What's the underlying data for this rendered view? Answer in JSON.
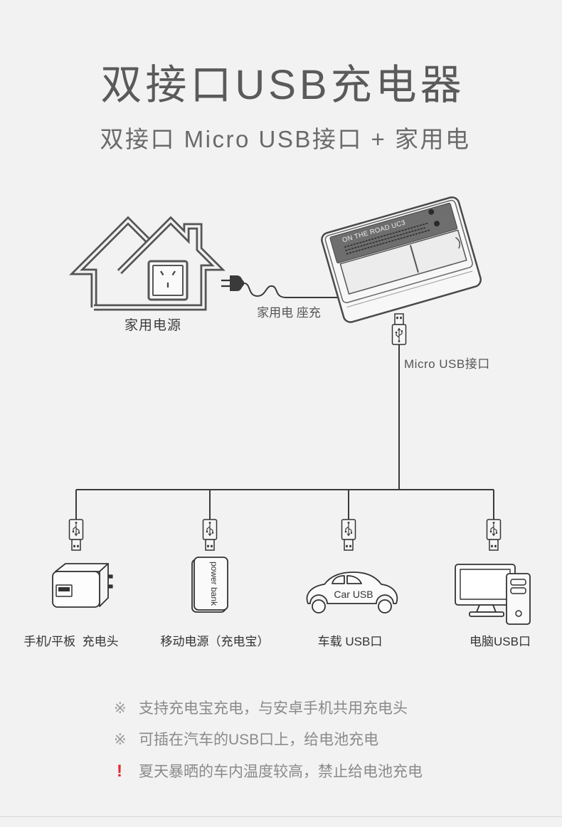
{
  "title": "双接口USB充电器",
  "subtitle": "双接口 Micro USB接口 + 家用电",
  "colors": {
    "background": "#f2f2f2",
    "title": "#5a5a5a",
    "text": "#333333",
    "note": "#8a8a8a",
    "line": "#3a3a3a",
    "warning": "#e5262a"
  },
  "power_source": {
    "label": "家用电源",
    "icon": "house-outlet-icon"
  },
  "cable": {
    "label": "家用电 座充",
    "icon": "power-plug-icon"
  },
  "charger": {
    "brand_text": "ON THE ROAD UC3",
    "icon": "battery-charger-icon"
  },
  "micro_usb": {
    "label": "Micro USB接口",
    "icon": "usb-plug-icon"
  },
  "devices": [
    {
      "label": "手机/平板  充电头",
      "icon": "wall-adapter-icon"
    },
    {
      "label": "移动电源（充电宝）",
      "icon": "power-bank-icon",
      "icon_text": "power bank"
    },
    {
      "label": "车载 USB口",
      "icon": "car-icon",
      "icon_text": "Car USB"
    },
    {
      "label": "电脑USB口",
      "icon": "computer-icon"
    }
  ],
  "notes": [
    {
      "mark": "※",
      "text": "支持充电宝充电，与安卓手机共用充电头"
    },
    {
      "mark": "※",
      "text": "可插在汽车的USB口上，给电池充电"
    },
    {
      "mark": "!",
      "text": "夏天暴晒的车内温度较高，禁止给电池充电"
    }
  ]
}
